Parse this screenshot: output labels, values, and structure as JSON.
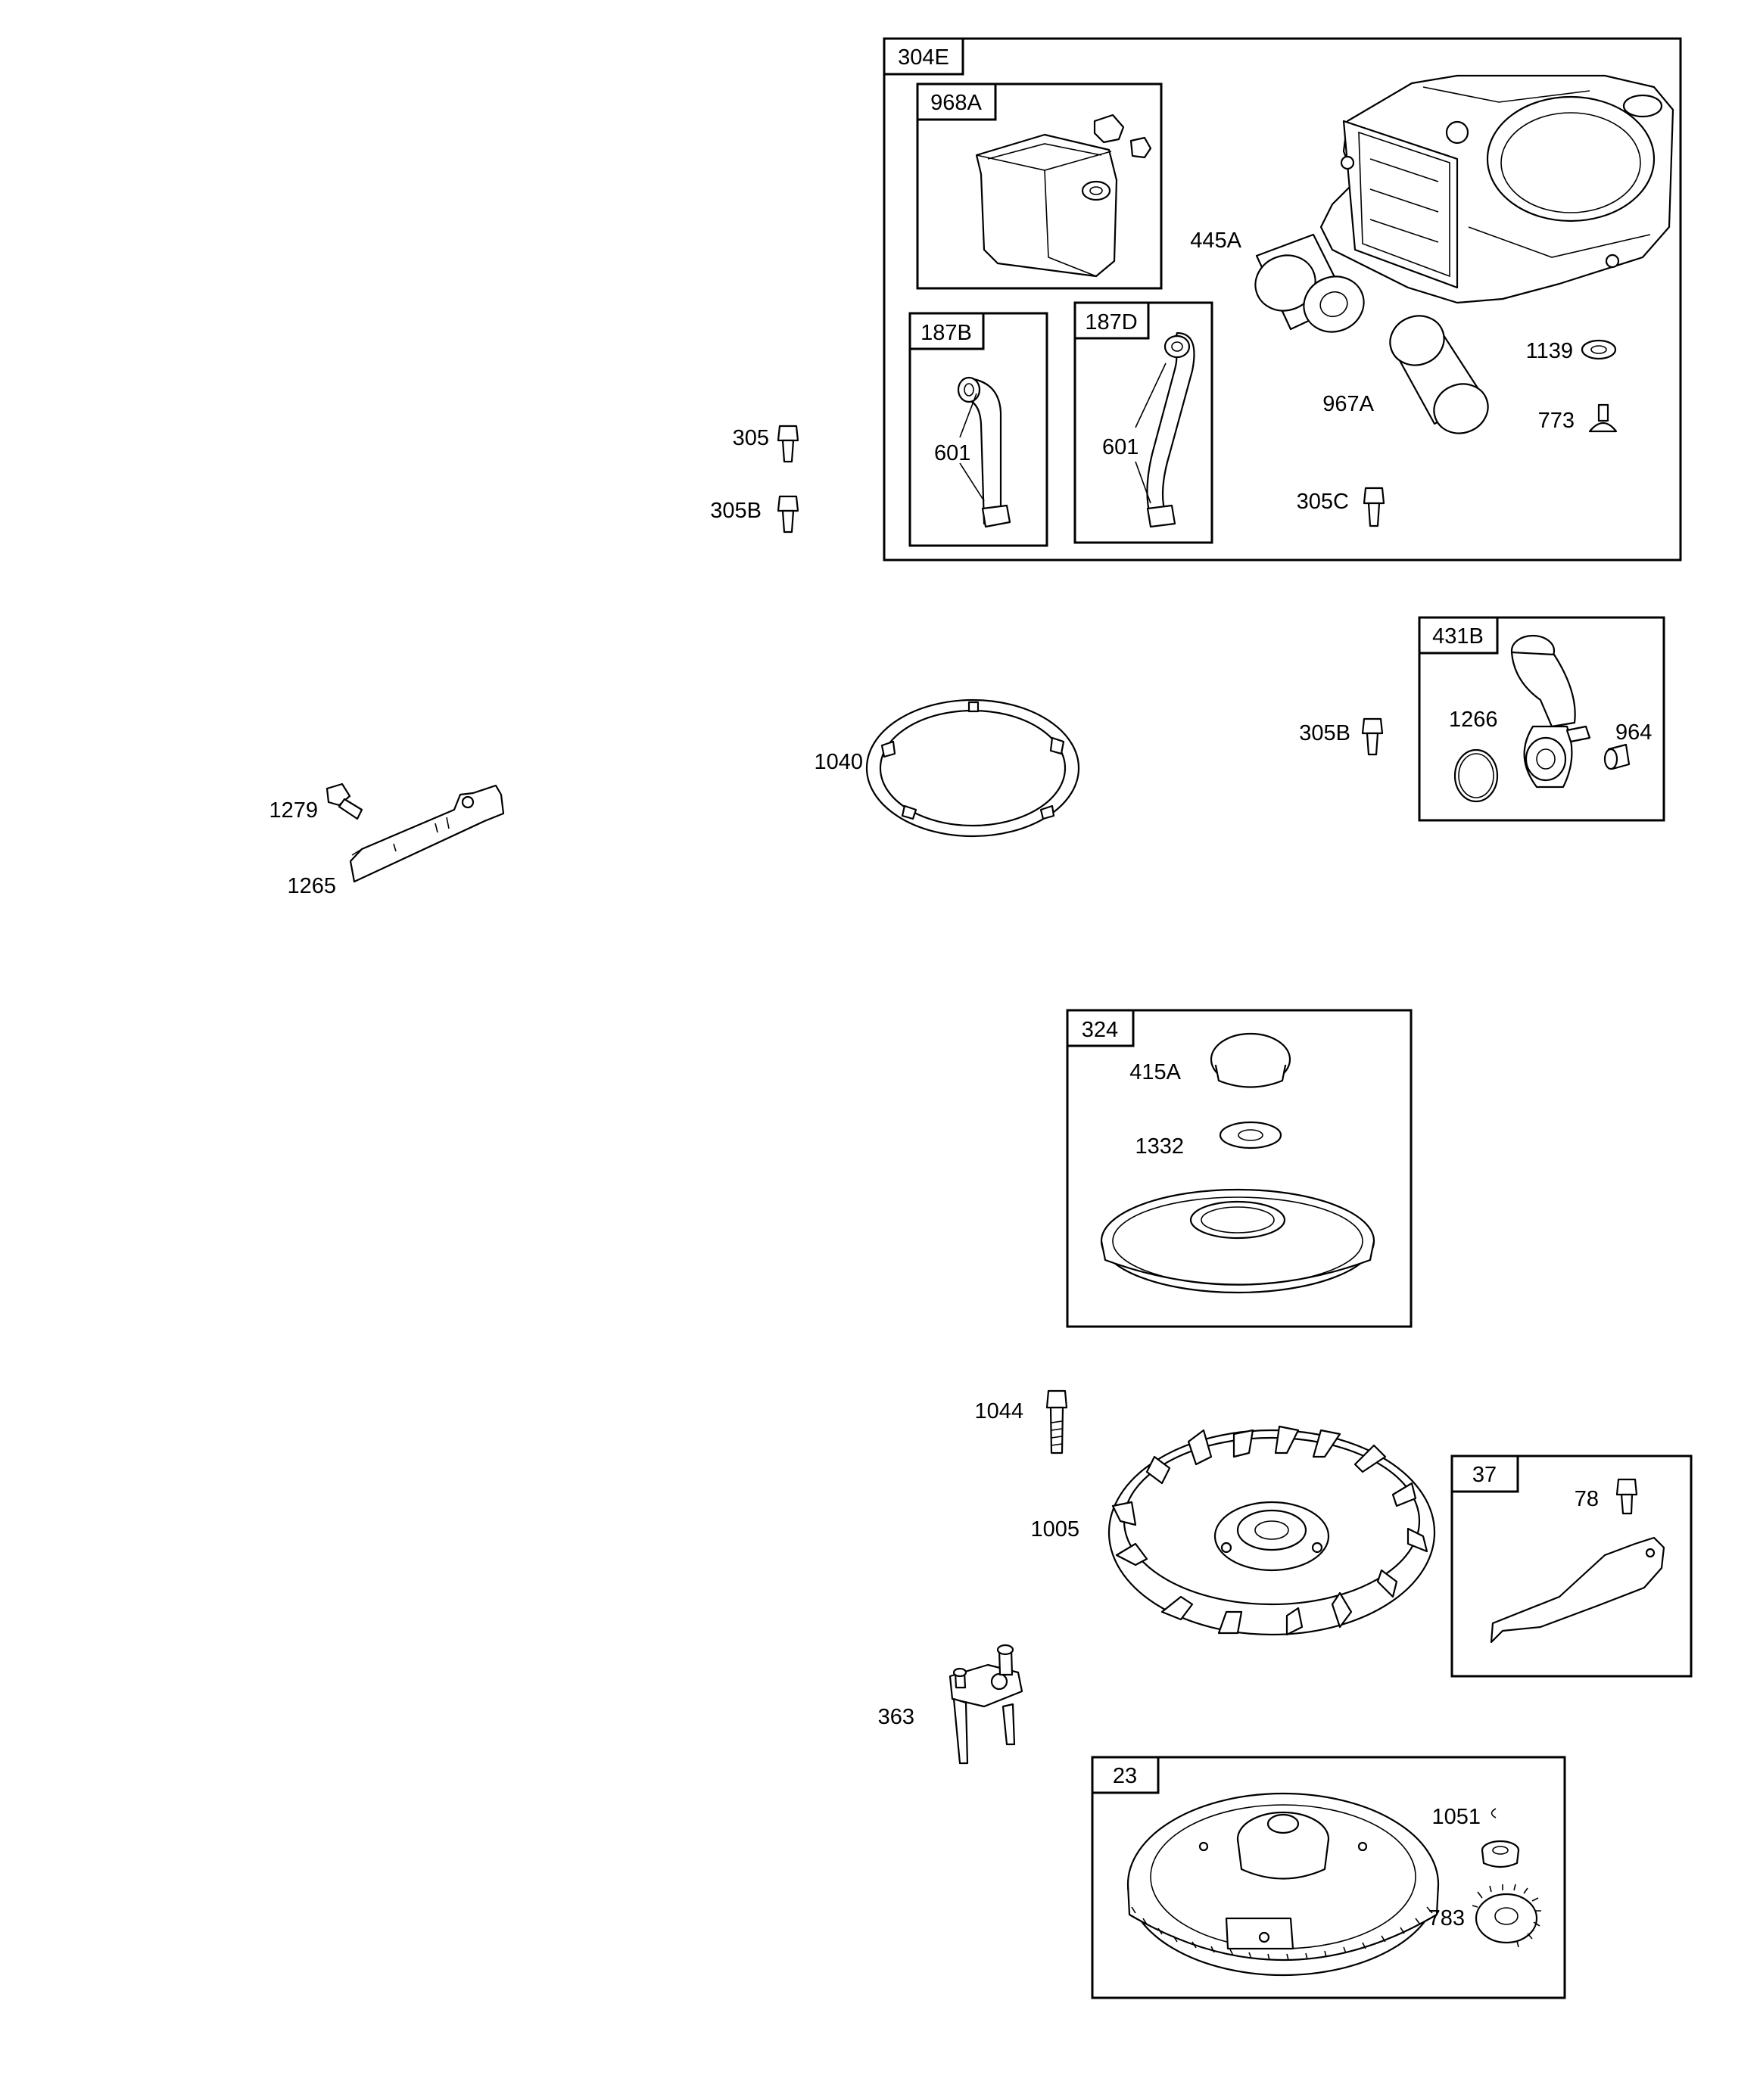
{
  "groups": [
    {
      "id": "304E",
      "label": "304E"
    },
    {
      "id": "968A",
      "label": "968A"
    },
    {
      "id": "187B",
      "label": "187B"
    },
    {
      "id": "187D",
      "label": "187D"
    },
    {
      "id": "431B",
      "label": "431B"
    },
    {
      "id": "324",
      "label": "324"
    },
    {
      "id": "37",
      "label": "37"
    },
    {
      "id": "23",
      "label": "23"
    }
  ],
  "callouts": {
    "p445A": "445A",
    "p1139": "1139",
    "p967A": "967A",
    "p773": "773",
    "p305C": "305C",
    "p601b": "601",
    "p601d": "601",
    "p305": "305",
    "p305B_top": "305B",
    "p1040": "1040",
    "p305B_mid": "305B",
    "p1266": "1266",
    "p964": "964",
    "p1279": "1279",
    "p1265": "1265",
    "p415A": "415A",
    "p1332": "1332",
    "p1044": "1044",
    "p1005": "1005",
    "p78": "78",
    "p363": "363",
    "p1051": "1051",
    "p783": "783"
  }
}
